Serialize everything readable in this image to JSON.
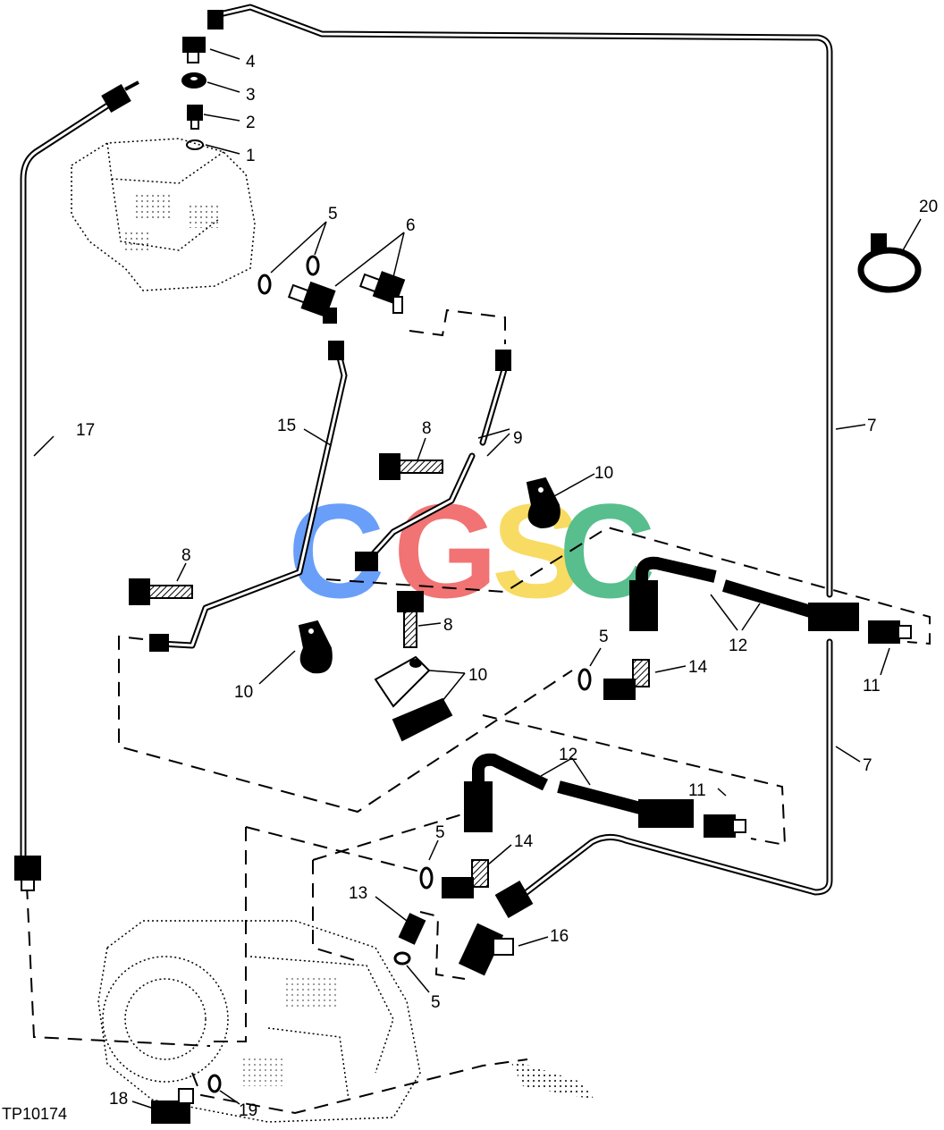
{
  "figure_id": "TP10174",
  "watermark": {
    "letters": [
      "C",
      "G",
      "S",
      "C"
    ],
    "colors": [
      "#4f8ff7",
      "#ef5b5b",
      "#f7d547",
      "#3bb37a"
    ]
  },
  "callouts": [
    {
      "id": "c1",
      "text": "1"
    },
    {
      "id": "c2",
      "text": "2"
    },
    {
      "id": "c3",
      "text": "3"
    },
    {
      "id": "c4",
      "text": "4"
    },
    {
      "id": "c5a",
      "text": "5"
    },
    {
      "id": "c5b",
      "text": "5"
    },
    {
      "id": "c5c",
      "text": "5"
    },
    {
      "id": "c5d",
      "text": "5"
    },
    {
      "id": "c6",
      "text": "6"
    },
    {
      "id": "c7a",
      "text": "7"
    },
    {
      "id": "c7b",
      "text": "7"
    },
    {
      "id": "c8a",
      "text": "8"
    },
    {
      "id": "c8b",
      "text": "8"
    },
    {
      "id": "c8c",
      "text": "8"
    },
    {
      "id": "c9",
      "text": "9"
    },
    {
      "id": "c10a",
      "text": "10"
    },
    {
      "id": "c10b",
      "text": "10"
    },
    {
      "id": "c10c",
      "text": "10"
    },
    {
      "id": "c11a",
      "text": "11"
    },
    {
      "id": "c11b",
      "text": "11"
    },
    {
      "id": "c12a",
      "text": "12"
    },
    {
      "id": "c12b",
      "text": "12"
    },
    {
      "id": "c13",
      "text": "13"
    },
    {
      "id": "c14a",
      "text": "14"
    },
    {
      "id": "c14b",
      "text": "14"
    },
    {
      "id": "c15",
      "text": "15"
    },
    {
      "id": "c16",
      "text": "16"
    },
    {
      "id": "c17",
      "text": "17"
    },
    {
      "id": "c18",
      "text": "18"
    },
    {
      "id": "c19",
      "text": "19"
    },
    {
      "id": "c20",
      "text": "20"
    }
  ]
}
